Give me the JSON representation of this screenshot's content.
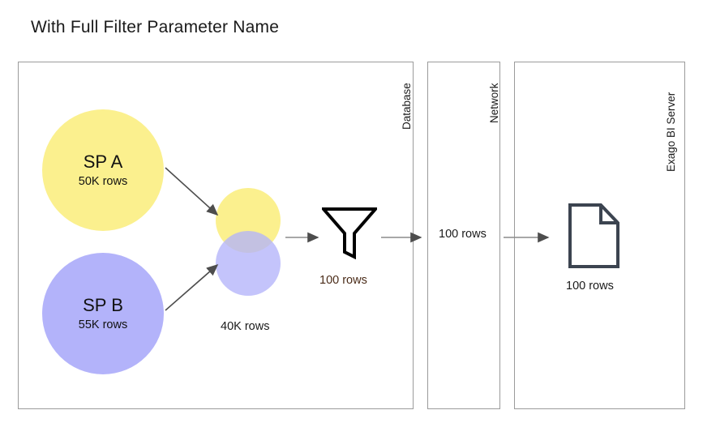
{
  "title": "With Full Filter Parameter Name",
  "panels": [
    {
      "id": "database",
      "label": "Database"
    },
    {
      "id": "network",
      "label": "Network"
    },
    {
      "id": "server",
      "label": "Exago BI Server"
    }
  ],
  "sources": [
    {
      "name": "SP A",
      "rows": "50K rows",
      "color": "#fbf08e"
    },
    {
      "name": "SP B",
      "rows": "55K rows",
      "color": "#b3b3fa"
    }
  ],
  "joined": {
    "rows": "40K rows",
    "circle_a_color": "#fbf08e",
    "circle_b_color": "#b3b3fa"
  },
  "filter": {
    "icon": "funnel-icon",
    "rows": "100 rows",
    "label_color": "#4a2b18",
    "stroke": "#000000"
  },
  "network": {
    "rows": "100 rows"
  },
  "output": {
    "icon": "document-icon",
    "rows": "100 rows",
    "stroke": "#3c4450"
  },
  "style": {
    "panel_border": "#9b9b9b",
    "arrow_line": "#8c8c8c",
    "arrow_head": "#4d4d4d",
    "text": "#1a1a1a",
    "background": "#ffffff"
  }
}
